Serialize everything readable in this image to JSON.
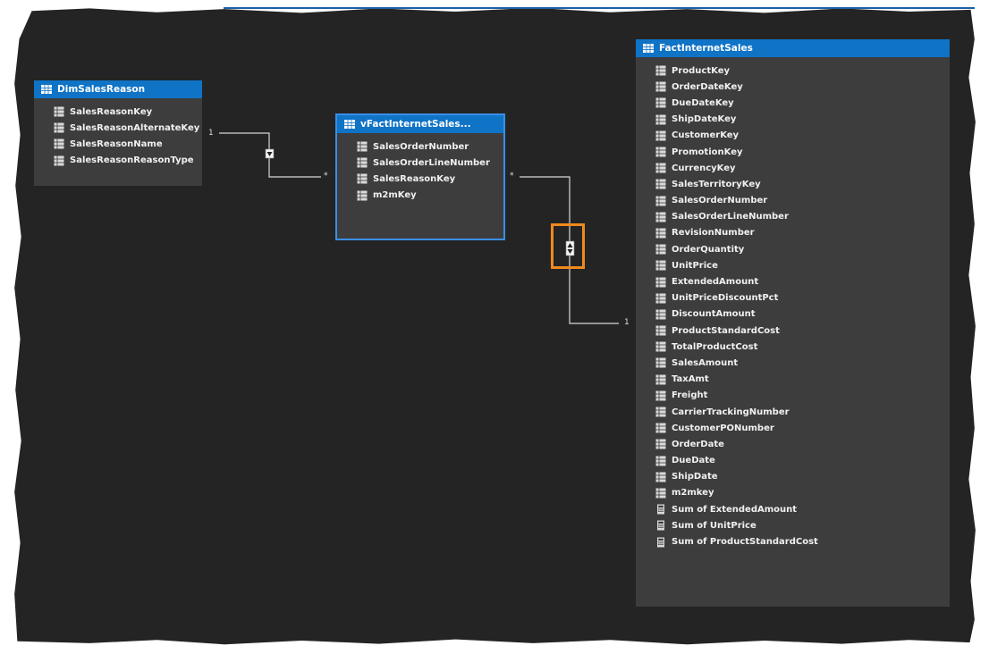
{
  "tables": {
    "dim_sales_reason": {
      "title": "DimSalesReason",
      "columns": [
        "SalesReasonKey",
        "SalesReasonAlternateKey",
        "SalesReasonName",
        "SalesReasonReasonType"
      ]
    },
    "v_fact": {
      "title": "vFactInternetSales...",
      "columns": [
        "SalesOrderNumber",
        "SalesOrderLineNumber",
        "SalesReasonKey",
        "m2mKey"
      ]
    },
    "fact_internet_sales": {
      "title": "FactInternetSales",
      "columns": [
        "ProductKey",
        "OrderDateKey",
        "DueDateKey",
        "ShipDateKey",
        "CustomerKey",
        "PromotionKey",
        "CurrencyKey",
        "SalesTerritoryKey",
        "SalesOrderNumber",
        "SalesOrderLineNumber",
        "RevisionNumber",
        "OrderQuantity",
        "UnitPrice",
        "ExtendedAmount",
        "UnitPriceDiscountPct",
        "DiscountAmount",
        "ProductStandardCost",
        "TotalProductCost",
        "SalesAmount",
        "TaxAmt",
        "Freight",
        "CarrierTrackingNumber",
        "CustomerPONumber",
        "OrderDate",
        "DueDate",
        "ShipDate",
        "m2mkey"
      ],
      "measures": [
        "Sum of ExtendedAmount",
        "Sum of UnitPrice",
        "Sum of ProductStandardCost"
      ]
    }
  },
  "relationships": {
    "r1_one": "1",
    "r1_many": "*",
    "r2_many": "*",
    "r2_one": "1"
  },
  "colors": {
    "canvas": "#242424",
    "card": "#3d3d3d",
    "header": "#0f73c6",
    "selected_border": "#3a8ee6",
    "highlight": "#f08a1c"
  }
}
